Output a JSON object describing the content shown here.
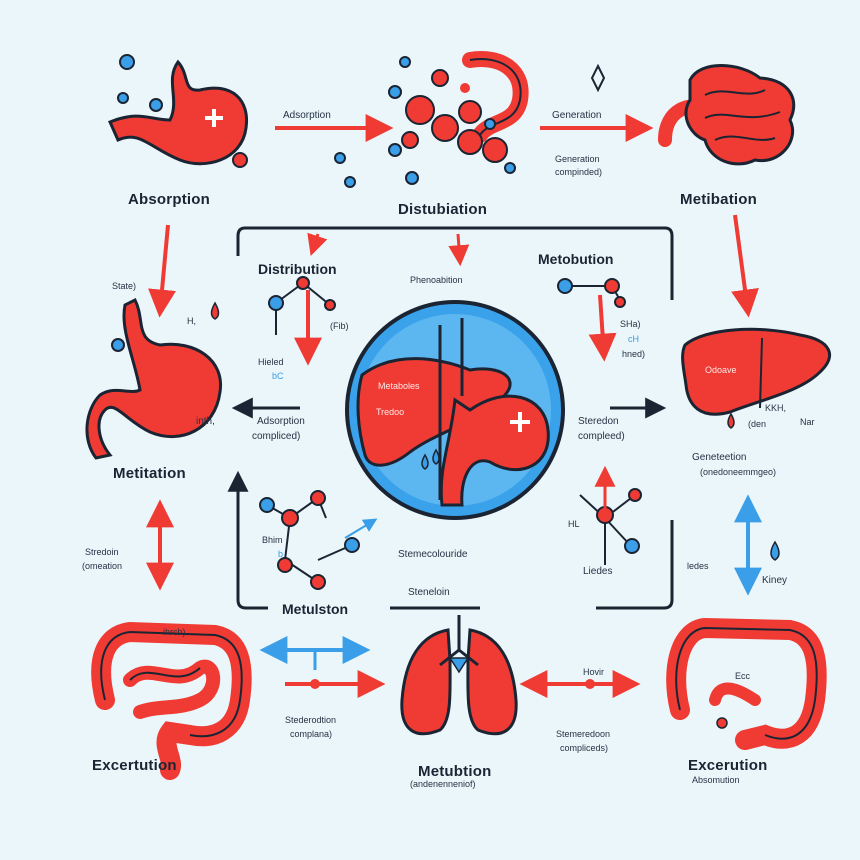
{
  "colors": {
    "organ_red": "#ef3b34",
    "organ_dark": "#c81f1e",
    "blue": "#3a9ee8",
    "dark": "#1b2433",
    "bg": "#eaf6f9"
  },
  "labels": {
    "absorption_title": "Absorption",
    "arrow1_label": "Adsorption",
    "distribution_title": "Distubiation",
    "arrow2_label": "Generation",
    "arrow2_sub1": "Generation",
    "arrow2_sub2": "compinded)",
    "metabolism_title_tr": "Metibation",
    "left_small": "State)",
    "inner_distribution": "Distribution",
    "inner_center_label": "Phenoabition",
    "inner_metabolism": "Metobution",
    "liver_center_1": "Metaboles",
    "liver_center_2": "Tredoo",
    "adsorption_compound_1": "Adsorption",
    "adsorption_compound_2": "compliced)",
    "left_chem_1": "Hieled",
    "left_chem_2": "bC",
    "left_chem_3": "(Fib)",
    "right_chem_1": "SHa)",
    "right_chem_2": "cH",
    "right_chem_3": "hned)",
    "steredon_1": "Steredon",
    "steredon_2": "compleed)",
    "right_liver_label": "Odoave",
    "right_liver_chem": "KKH,",
    "right_liver_chem2": "Nar",
    "right_liver_chem3": "(den",
    "right_mid_1": "Geneteetion",
    "right_mid_2": "(onedoneemmgeo)",
    "left_mid_title": "Metitation",
    "left_int": "inth,",
    "left_hl": "H,",
    "left_side_1": "Stredoin",
    "left_side_2": "(omeation",
    "inner_bottom_1": "Stemecolouride",
    "inner_bottom_2": "Steneloin",
    "inner_bottom_title": "Metulston",
    "inner_chem_1": "Bhim",
    "inner_chem_2": "b",
    "inner_right_chem": "HL",
    "inner_right_label": "Liedes",
    "kidney_label": "Kiney",
    "ledes": "ledes",
    "bottom_left_title": "Excertution",
    "bottom_left_mid_1": "Stederodtion",
    "bottom_left_mid_2": "complana)",
    "bottom_left_small": "ihrch)",
    "bottom_center_title": "Metubtion",
    "bottom_center_sub": "(andenenneniof)",
    "bottom_right_mid_top": "Hovir",
    "bottom_right_mid_1": "Stemeredoon",
    "bottom_right_mid_2": "compliceds)",
    "bottom_right_small": "Ecc",
    "bottom_right_title": "Excerution",
    "bottom_right_sub": "Absomution"
  }
}
